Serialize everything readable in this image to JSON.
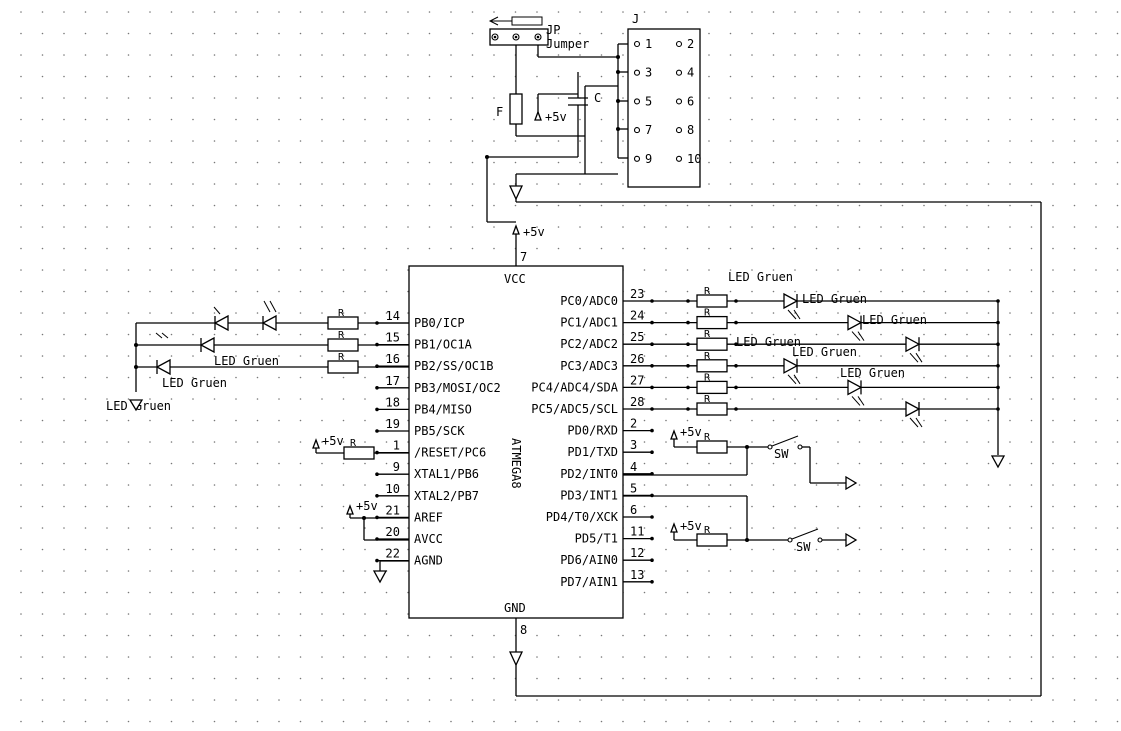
{
  "jumper": {
    "ref": "JP",
    "value": "Jumper"
  },
  "connector": {
    "ref": "J",
    "pins": [
      "1",
      "2",
      "3",
      "4",
      "5",
      "6",
      "7",
      "8",
      "9",
      "10"
    ]
  },
  "fuse": {
    "ref": "F"
  },
  "capacitor": {
    "ref": "C"
  },
  "supply_label": "+5v",
  "mcu": {
    "name": "ATMEGA8",
    "vcc": {
      "label": "VCC",
      "pin": "7"
    },
    "gnd": {
      "label": "GND",
      "pin": "8"
    },
    "left_pins": [
      {
        "num": "14",
        "name": "PB0/ICP"
      },
      {
        "num": "15",
        "name": "PB1/OC1A"
      },
      {
        "num": "16",
        "name": "PB2/SS/OC1B"
      },
      {
        "num": "17",
        "name": "PB3/MOSI/OC2"
      },
      {
        "num": "18",
        "name": "PB4/MISO"
      },
      {
        "num": "19",
        "name": "PB5/SCK"
      },
      {
        "num": "1",
        "name": "/RESET/PC6"
      },
      {
        "num": "9",
        "name": "XTAL1/PB6"
      },
      {
        "num": "10",
        "name": "XTAL2/PB7"
      },
      {
        "num": "21",
        "name": "AREF"
      },
      {
        "num": "20",
        "name": "AVCC"
      },
      {
        "num": "22",
        "name": "AGND"
      }
    ],
    "right_pins": [
      {
        "num": "23",
        "name": "PC0/ADC0"
      },
      {
        "num": "24",
        "name": "PC1/ADC1"
      },
      {
        "num": "25",
        "name": "PC2/ADC2"
      },
      {
        "num": "26",
        "name": "PC3/ADC3"
      },
      {
        "num": "27",
        "name": "PC4/ADC4/SDA"
      },
      {
        "num": "28",
        "name": "PC5/ADC5/SCL"
      },
      {
        "num": "2",
        "name": "PD0/RXD"
      },
      {
        "num": "3",
        "name": "PD1/TXD"
      },
      {
        "num": "4",
        "name": "PD2/INT0"
      },
      {
        "num": "5",
        "name": "PD3/INT1"
      },
      {
        "num": "6",
        "name": "PD4/T0/XCK"
      },
      {
        "num": "11",
        "name": "PD5/T1"
      },
      {
        "num": "12",
        "name": "PD6/AIN0"
      },
      {
        "num": "13",
        "name": "PD7/AIN1"
      }
    ]
  },
  "resistor_ref": "R",
  "switch_ref": "SW",
  "led_label": "LED Gruen",
  "led_label_left_bottom": "LED Gruen",
  "led_label_left_corner": "LED Gruen"
}
